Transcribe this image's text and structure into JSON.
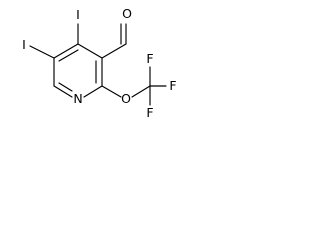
{
  "molecule": {
    "atoms": {
      "iodine_top": "I",
      "iodine_left": "I",
      "oxygen_carbonyl": "O",
      "nitrogen": "N",
      "oxygen_ether": "O",
      "fluorine_top": "F",
      "fluorine_right": "F",
      "fluorine_bottom": "F"
    }
  }
}
